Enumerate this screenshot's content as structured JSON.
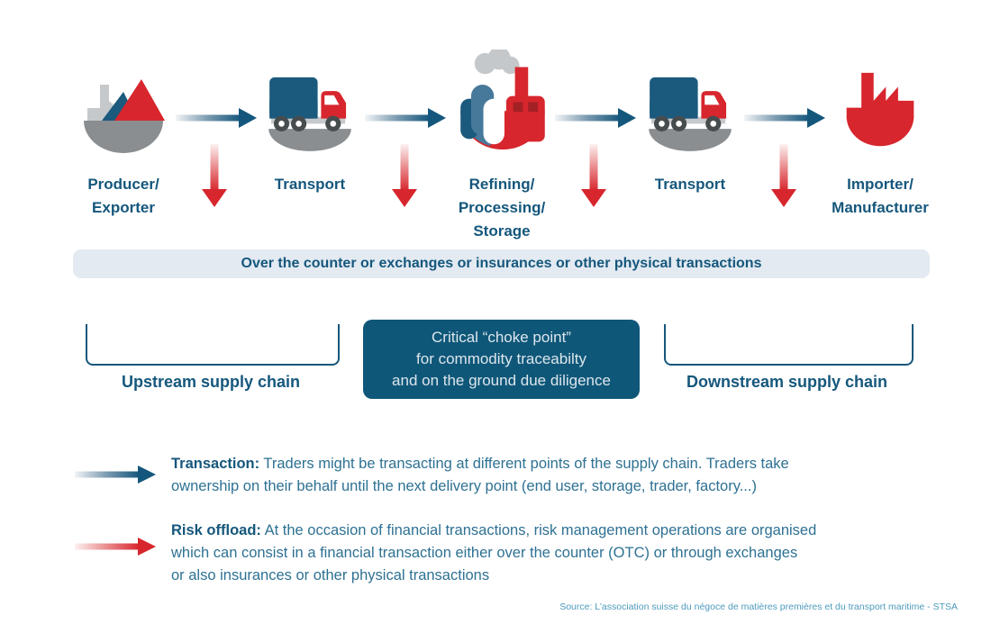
{
  "colors": {
    "dark_blue": "#15577C",
    "red": "#D7262D",
    "steel_blue": "#47799B",
    "gray": "#8A8E91",
    "light_gray": "#C6C9CB",
    "banner_bg": "#E3EAF2",
    "choke_box_bg": "#0F5779",
    "source_text": "#4E9BBD"
  },
  "flow": {
    "nodes": [
      {
        "label": "Producer/\nExporter",
        "icon": "ship-cargo-icon"
      },
      {
        "label": "Transport",
        "icon": "truck-icon"
      },
      {
        "label": "Refining/\nProcessing/\nStorage",
        "icon": "refinery-icon"
      },
      {
        "label": "Transport",
        "icon": "truck-icon"
      },
      {
        "label": "Importer/\nManufacturer",
        "icon": "factory-icon"
      }
    ],
    "banner": "Over the counter or exchanges or insurances or other physical transactions"
  },
  "segments": {
    "upstream_label": "Upstream supply chain",
    "downstream_label": "Downstream supply chain",
    "choke_point": "Critical “choke point”\nfor commodity traceabilty\nand on the ground due diligence"
  },
  "legend": [
    {
      "term": "Transaction:",
      "description": "Traders might be transacting at different points of the supply chain. Traders take\nownership on their behalf until the next delivery point (end user, storage, trader, factory...)"
    },
    {
      "term": "Risk offload:",
      "description": "At the occasion of financial transactions, risk management operations are organised\nwhich can consist in a financial transaction either over the counter (OTC) or through exchanges\nor also insurances or other physical transactions"
    }
  ],
  "source": "Source: L’association suisse du négoce de matières premières et du transport maritime - STSA"
}
